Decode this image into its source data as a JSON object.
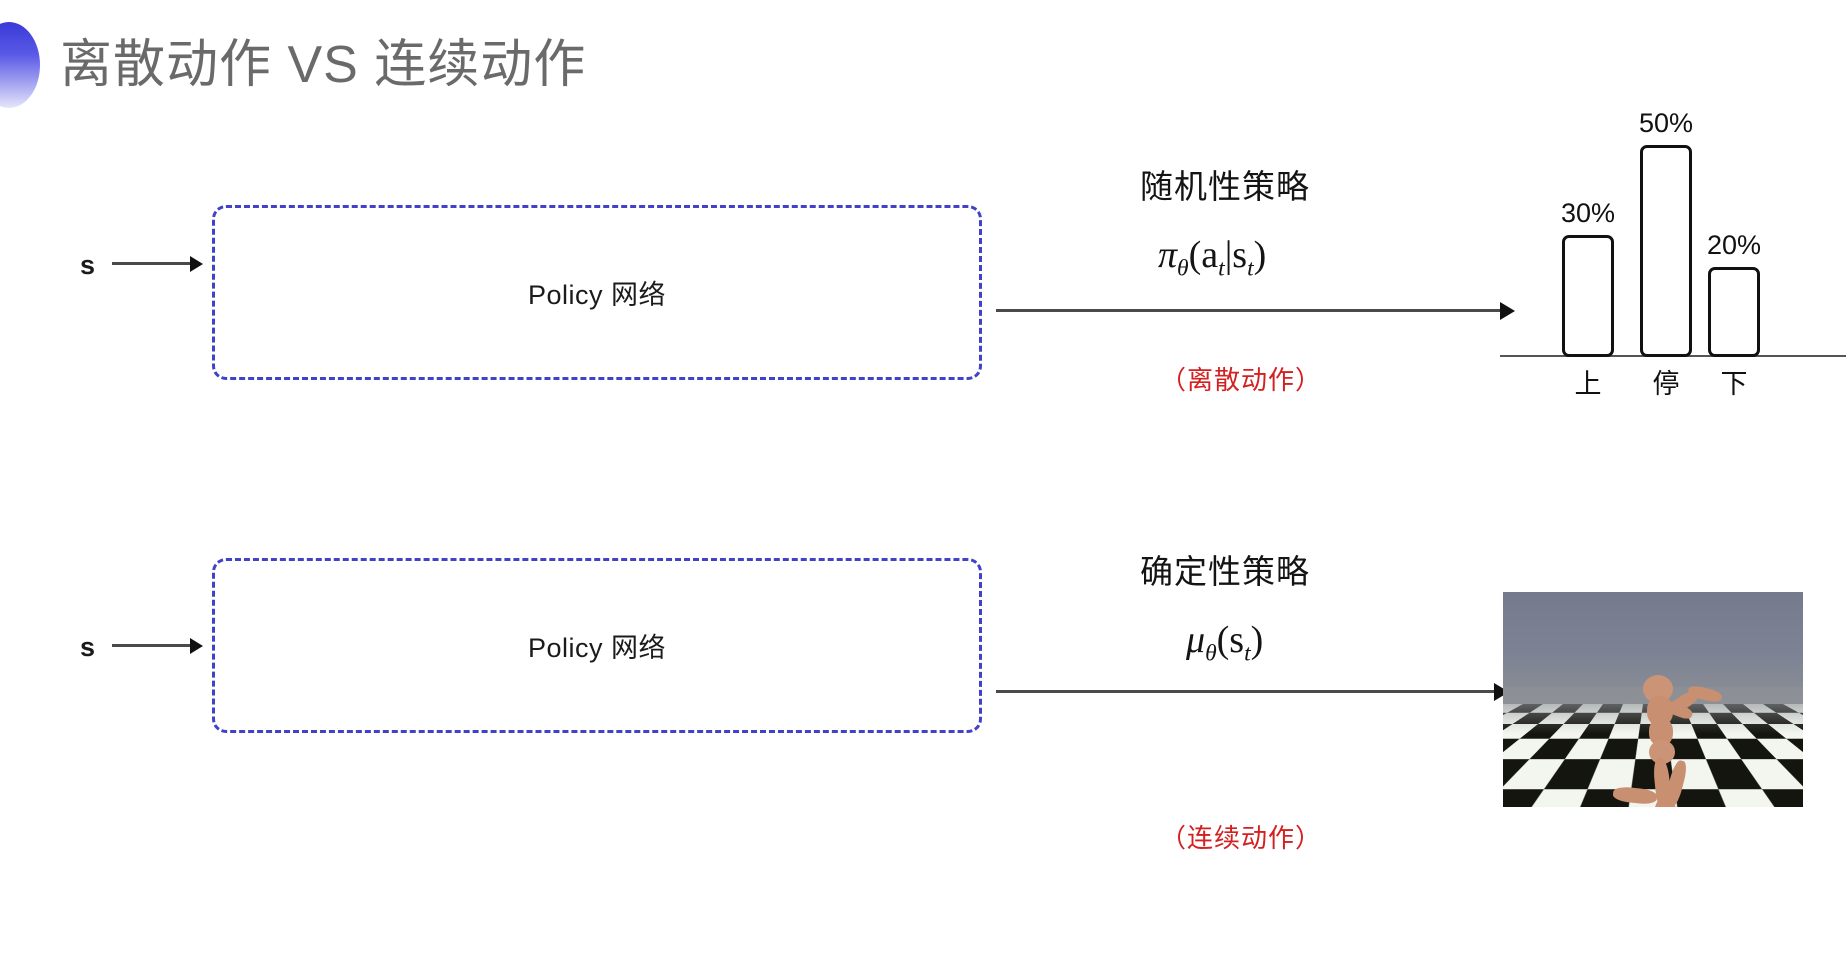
{
  "slide": {
    "title": "离散动作 VS 连续动作",
    "title_color": "#6a6a6a",
    "accent_color": "#3a3ad8",
    "note_color": "#d32020",
    "box_border_color": "#4242c8"
  },
  "rows": [
    {
      "state_label": "s",
      "box_label": "Policy 网络",
      "policy_kind": "随机性策略",
      "formula_main": "π",
      "formula_sub": "θ",
      "formula_args": "(a",
      "formula_args_sub": "t",
      "formula_bar": "|s",
      "formula_args_sub2": "t",
      "formula_close": ")",
      "formula_plain": "π_θ(a_t|s_t)",
      "action_note": "（离散动作）"
    },
    {
      "state_label": "s",
      "box_label": "Policy 网络",
      "policy_kind": "确定性策略",
      "formula_main": "μ",
      "formula_sub": "θ",
      "formula_args": "(s",
      "formula_args_sub": "t",
      "formula_close": ")",
      "formula_plain": "μ_θ(s_t)",
      "action_note": "（连续动作）"
    }
  ],
  "chart_data": {
    "type": "bar",
    "title": "",
    "categories": [
      "上",
      "停",
      "下"
    ],
    "values": [
      30,
      50,
      20
    ],
    "value_labels": [
      "30%",
      "50%",
      "20%"
    ],
    "xlabel": "",
    "ylabel": "",
    "ylim": [
      0,
      60
    ],
    "grid": false,
    "legend": "none",
    "bar_fill": "#ffffff",
    "bar_stroke": "#111111"
  },
  "humanoid": {
    "caption": "",
    "sky_color": "#7d8394",
    "body_color": "#c89070",
    "floor_light": "#f2f6ef",
    "floor_dark": "#15150f"
  }
}
